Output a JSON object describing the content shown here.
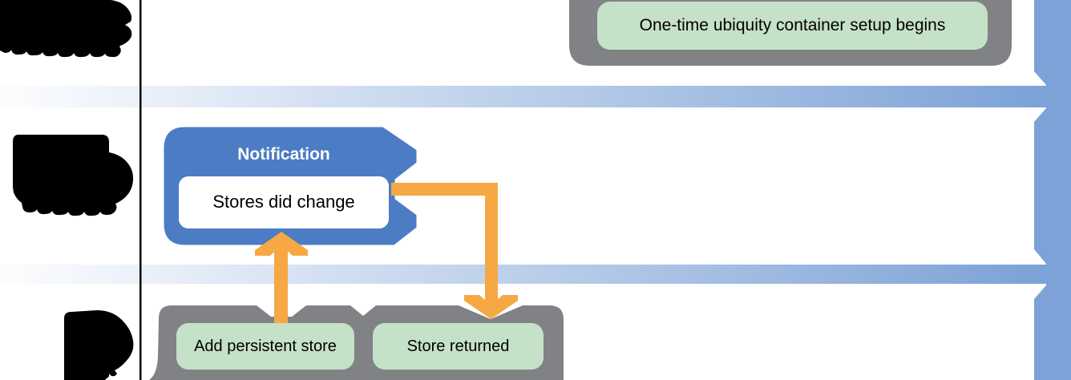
{
  "setup_callout": {
    "label": "One-time ubiquity container setup begins"
  },
  "notification": {
    "title": "Notification",
    "body": "Stores did change"
  },
  "store_steps": {
    "add_store": "Add persistent store",
    "store_returned": "Store returned"
  },
  "redacted_labels": {
    "count": 3,
    "positions": [
      "top-left",
      "middle-left",
      "bottom-left"
    ]
  },
  "colors": {
    "callout_blue": "#4C7CC4",
    "flow_bar_blue": "#7CA2D7",
    "band_light": "#F8FAFD",
    "container_gray": "#818285",
    "pill_green": "#C5E1C7",
    "arrow_orange": "#F5A843",
    "text_black": "#000000",
    "notification_title_white": "#FFFFFF"
  }
}
